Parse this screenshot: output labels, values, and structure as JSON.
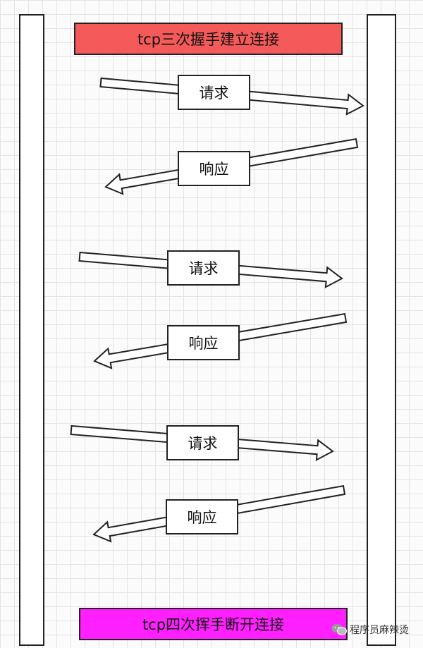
{
  "colors": {
    "open_banner": "#f55a5a",
    "close_banner": "#ff1fff",
    "line": "#222222",
    "grid": "#e4e4e4"
  },
  "banner_open": {
    "text": "tcp三次握手建立连接"
  },
  "banner_close": {
    "text": "tcp四次挥手断开连接"
  },
  "messages": [
    {
      "label": "请求",
      "direction": "right"
    },
    {
      "label": "响应",
      "direction": "left"
    },
    {
      "label": "请求",
      "direction": "right"
    },
    {
      "label": "响应",
      "direction": "left"
    },
    {
      "label": "请求",
      "direction": "right"
    },
    {
      "label": "响应",
      "direction": "left"
    }
  ],
  "watermark": {
    "text": "程序员麻辣烫",
    "icon": "wechat-icon"
  }
}
